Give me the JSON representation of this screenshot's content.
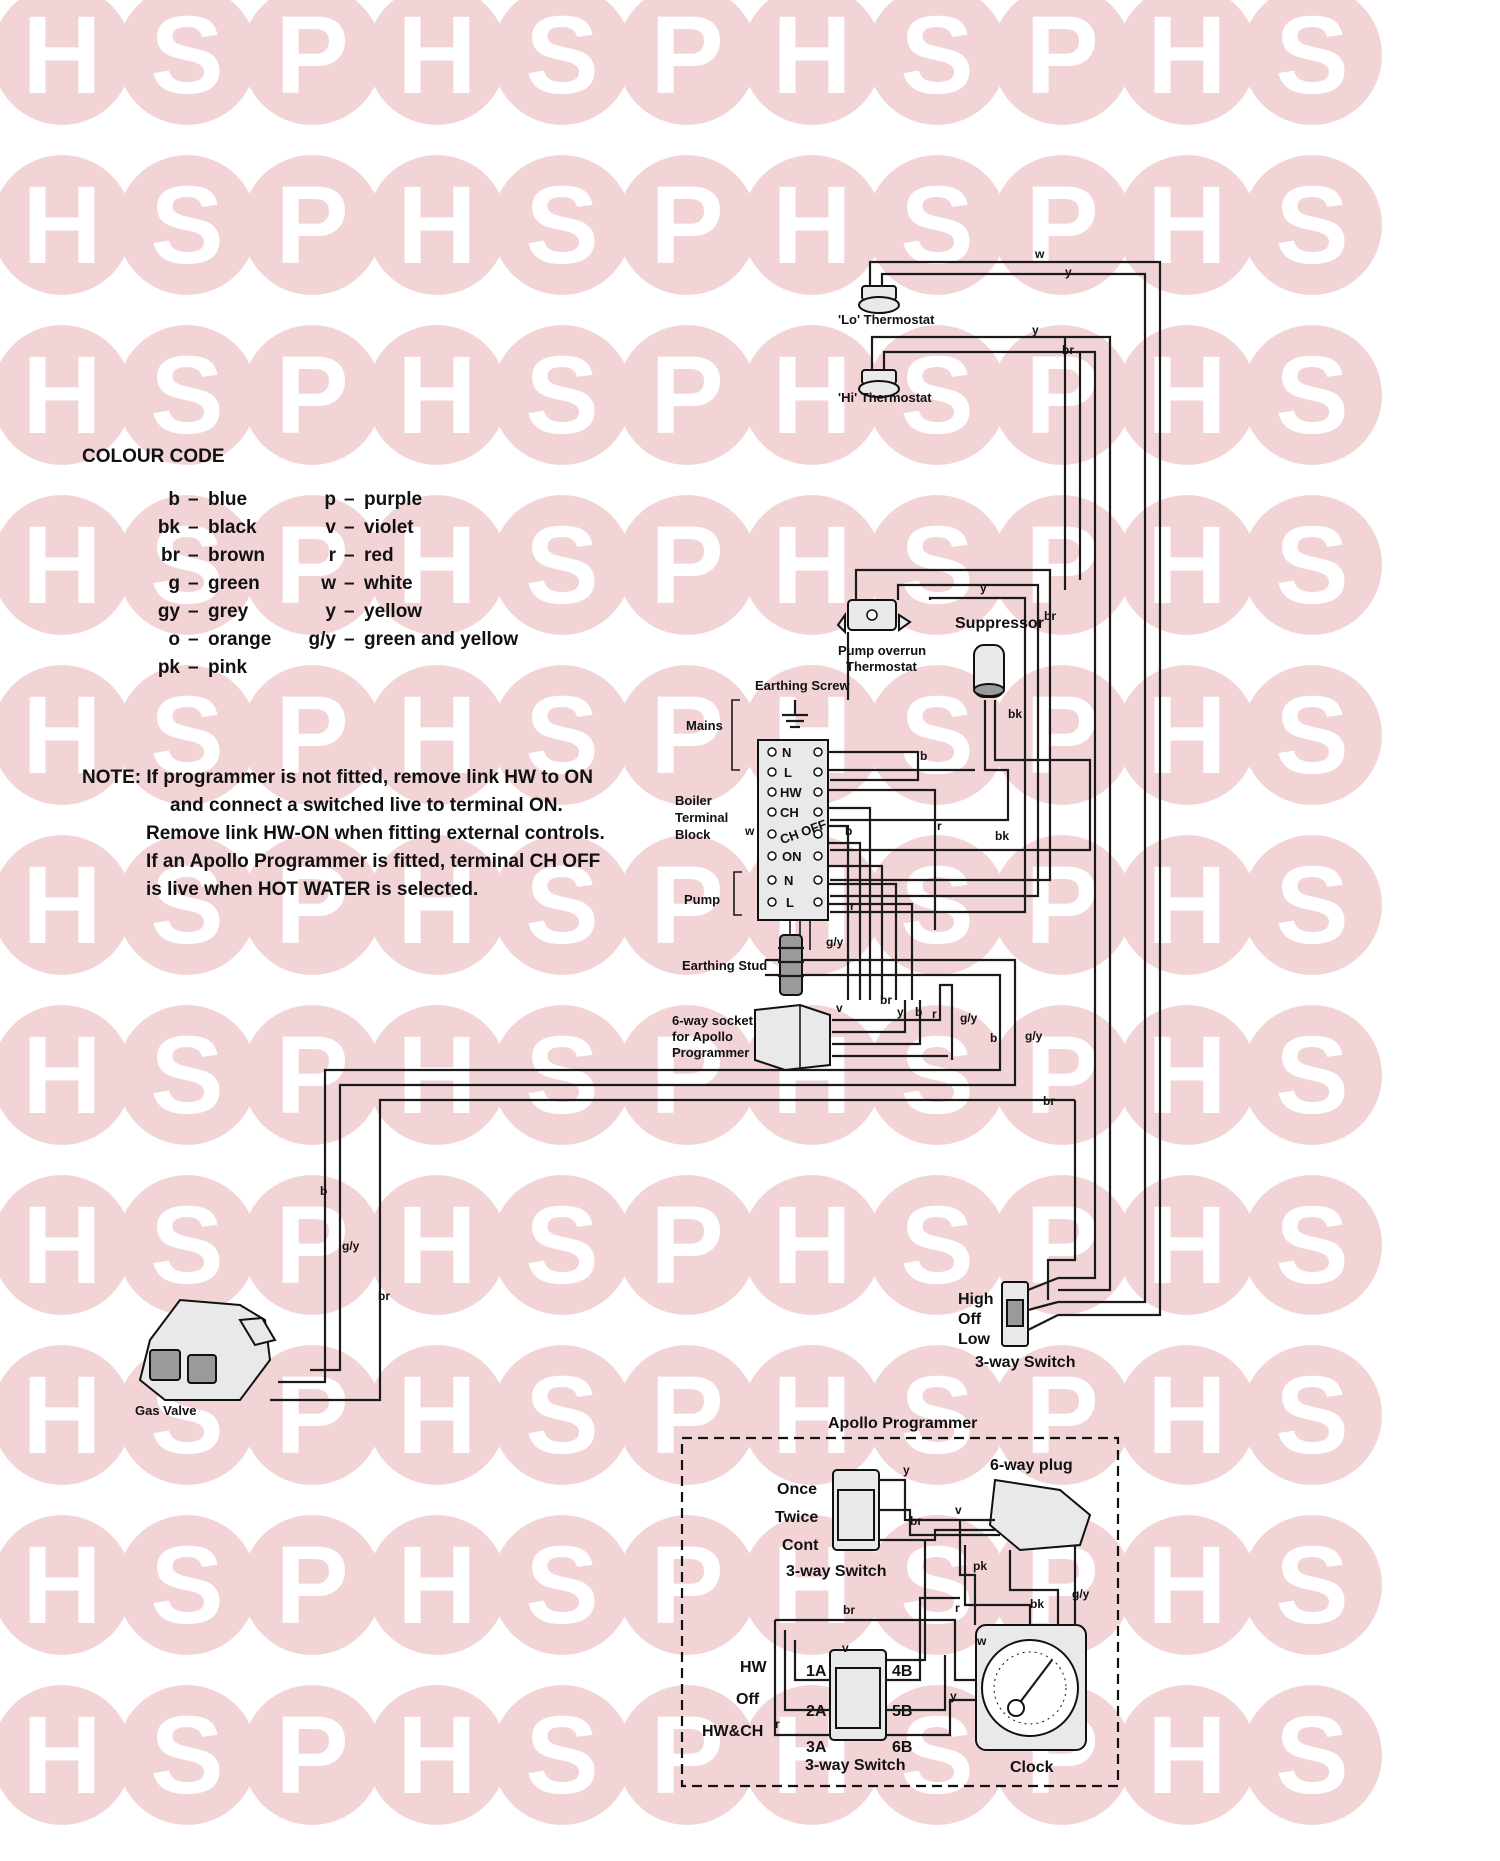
{
  "watermark": {
    "letters": [
      "H",
      "S",
      "P"
    ]
  },
  "colour_code": {
    "title": "COLOUR CODE",
    "left": [
      {
        "code": "b",
        "name": "blue"
      },
      {
        "code": "bk",
        "name": "black"
      },
      {
        "code": "br",
        "name": "brown"
      },
      {
        "code": "g",
        "name": "green"
      },
      {
        "code": "gy",
        "name": "grey"
      },
      {
        "code": "o",
        "name": "orange"
      },
      {
        "code": "pk",
        "name": "pink"
      }
    ],
    "right": [
      {
        "code": "p",
        "name": "purple"
      },
      {
        "code": "v",
        "name": "violet"
      },
      {
        "code": "r",
        "name": "red"
      },
      {
        "code": "w",
        "name": "white"
      },
      {
        "code": "y",
        "name": "yellow"
      },
      {
        "code": "g/y",
        "name": "green and yellow"
      }
    ]
  },
  "note": {
    "lines": [
      "NOTE: If programmer is not fitted, remove link HW to ON",
      "and connect a switched live to terminal ON.",
      "Remove link HW-ON when fitting external controls.",
      "If an Apollo Programmer is fitted, terminal CH OFF",
      "is live when HOT WATER is selected."
    ]
  },
  "components": {
    "lo_thermostat": "'Lo' Thermostat",
    "hi_thermostat": "'Hi' Thermostat",
    "pump_overrun": [
      "Pump overrun",
      "Thermostat"
    ],
    "suppressor": "Suppressor",
    "earthing_screw": "Earthing Screw",
    "mains": "Mains",
    "boiler_terminal_block": [
      "Boiler",
      "Terminal",
      "Block"
    ],
    "terminals": [
      "N",
      "L",
      "HW",
      "CH",
      "CH OFF",
      "ON",
      "N",
      "L"
    ],
    "pump": "Pump",
    "earthing_stud": "Earthing Stud",
    "socket": [
      "6-way socket",
      "for Apollo",
      "Programmer"
    ],
    "gas_valve": "Gas Valve",
    "three_way_switch": {
      "positions": [
        "High",
        "Off",
        "Low"
      ],
      "label": "3-way Switch"
    }
  },
  "programmer": {
    "title": "Apollo Programmer",
    "plug": "6-way plug",
    "switch1": {
      "positions": [
        "Once",
        "Twice",
        "Cont"
      ],
      "label": "3-way Switch"
    },
    "switch2": {
      "positions": [
        "HW",
        "Off",
        "HW&CH"
      ],
      "label": "3-way Switch",
      "pins_left": [
        "1A",
        "2A",
        "3A"
      ],
      "pins_right": [
        "4B",
        "5B",
        "6B"
      ]
    },
    "clock": "Clock"
  },
  "wire_labels": {
    "w": "w",
    "y": "y",
    "br": "br",
    "b": "b",
    "bk": "bk",
    "r": "r",
    "gy": "g/y",
    "v": "v",
    "pk": "pk"
  }
}
